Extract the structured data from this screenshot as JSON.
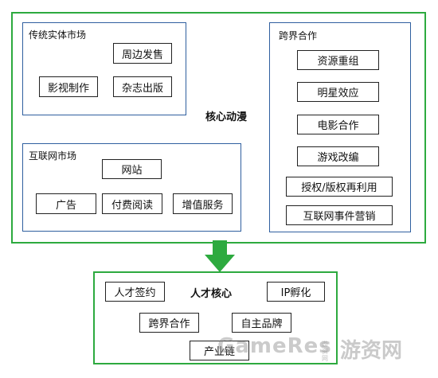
{
  "top_section": {
    "traditional": {
      "title": "传统实体市场",
      "items": [
        "周边发售",
        "影视制作",
        "杂志出版"
      ]
    },
    "internet": {
      "title": "互联网市场",
      "items": [
        "网站",
        "广告",
        "付费阅读",
        "增值服务"
      ]
    },
    "core_label": "核心动漫",
    "crossover": {
      "title": "跨界合作",
      "items": [
        "资源重组",
        "明星效应",
        "电影合作",
        "游戏改编",
        "授权/版权再利用",
        "互联网事件营销"
      ]
    }
  },
  "bottom_section": {
    "items": [
      "人才签约",
      "人才核心",
      "IP孵化",
      "跨界合作",
      "自主品牌",
      "产业链"
    ]
  },
  "watermark": {
    "latin": "GameRes",
    "small": "游资网",
    "cn": "游资网"
  },
  "colors": {
    "green": "#2daa3f",
    "blue": "#2f5f9f"
  }
}
